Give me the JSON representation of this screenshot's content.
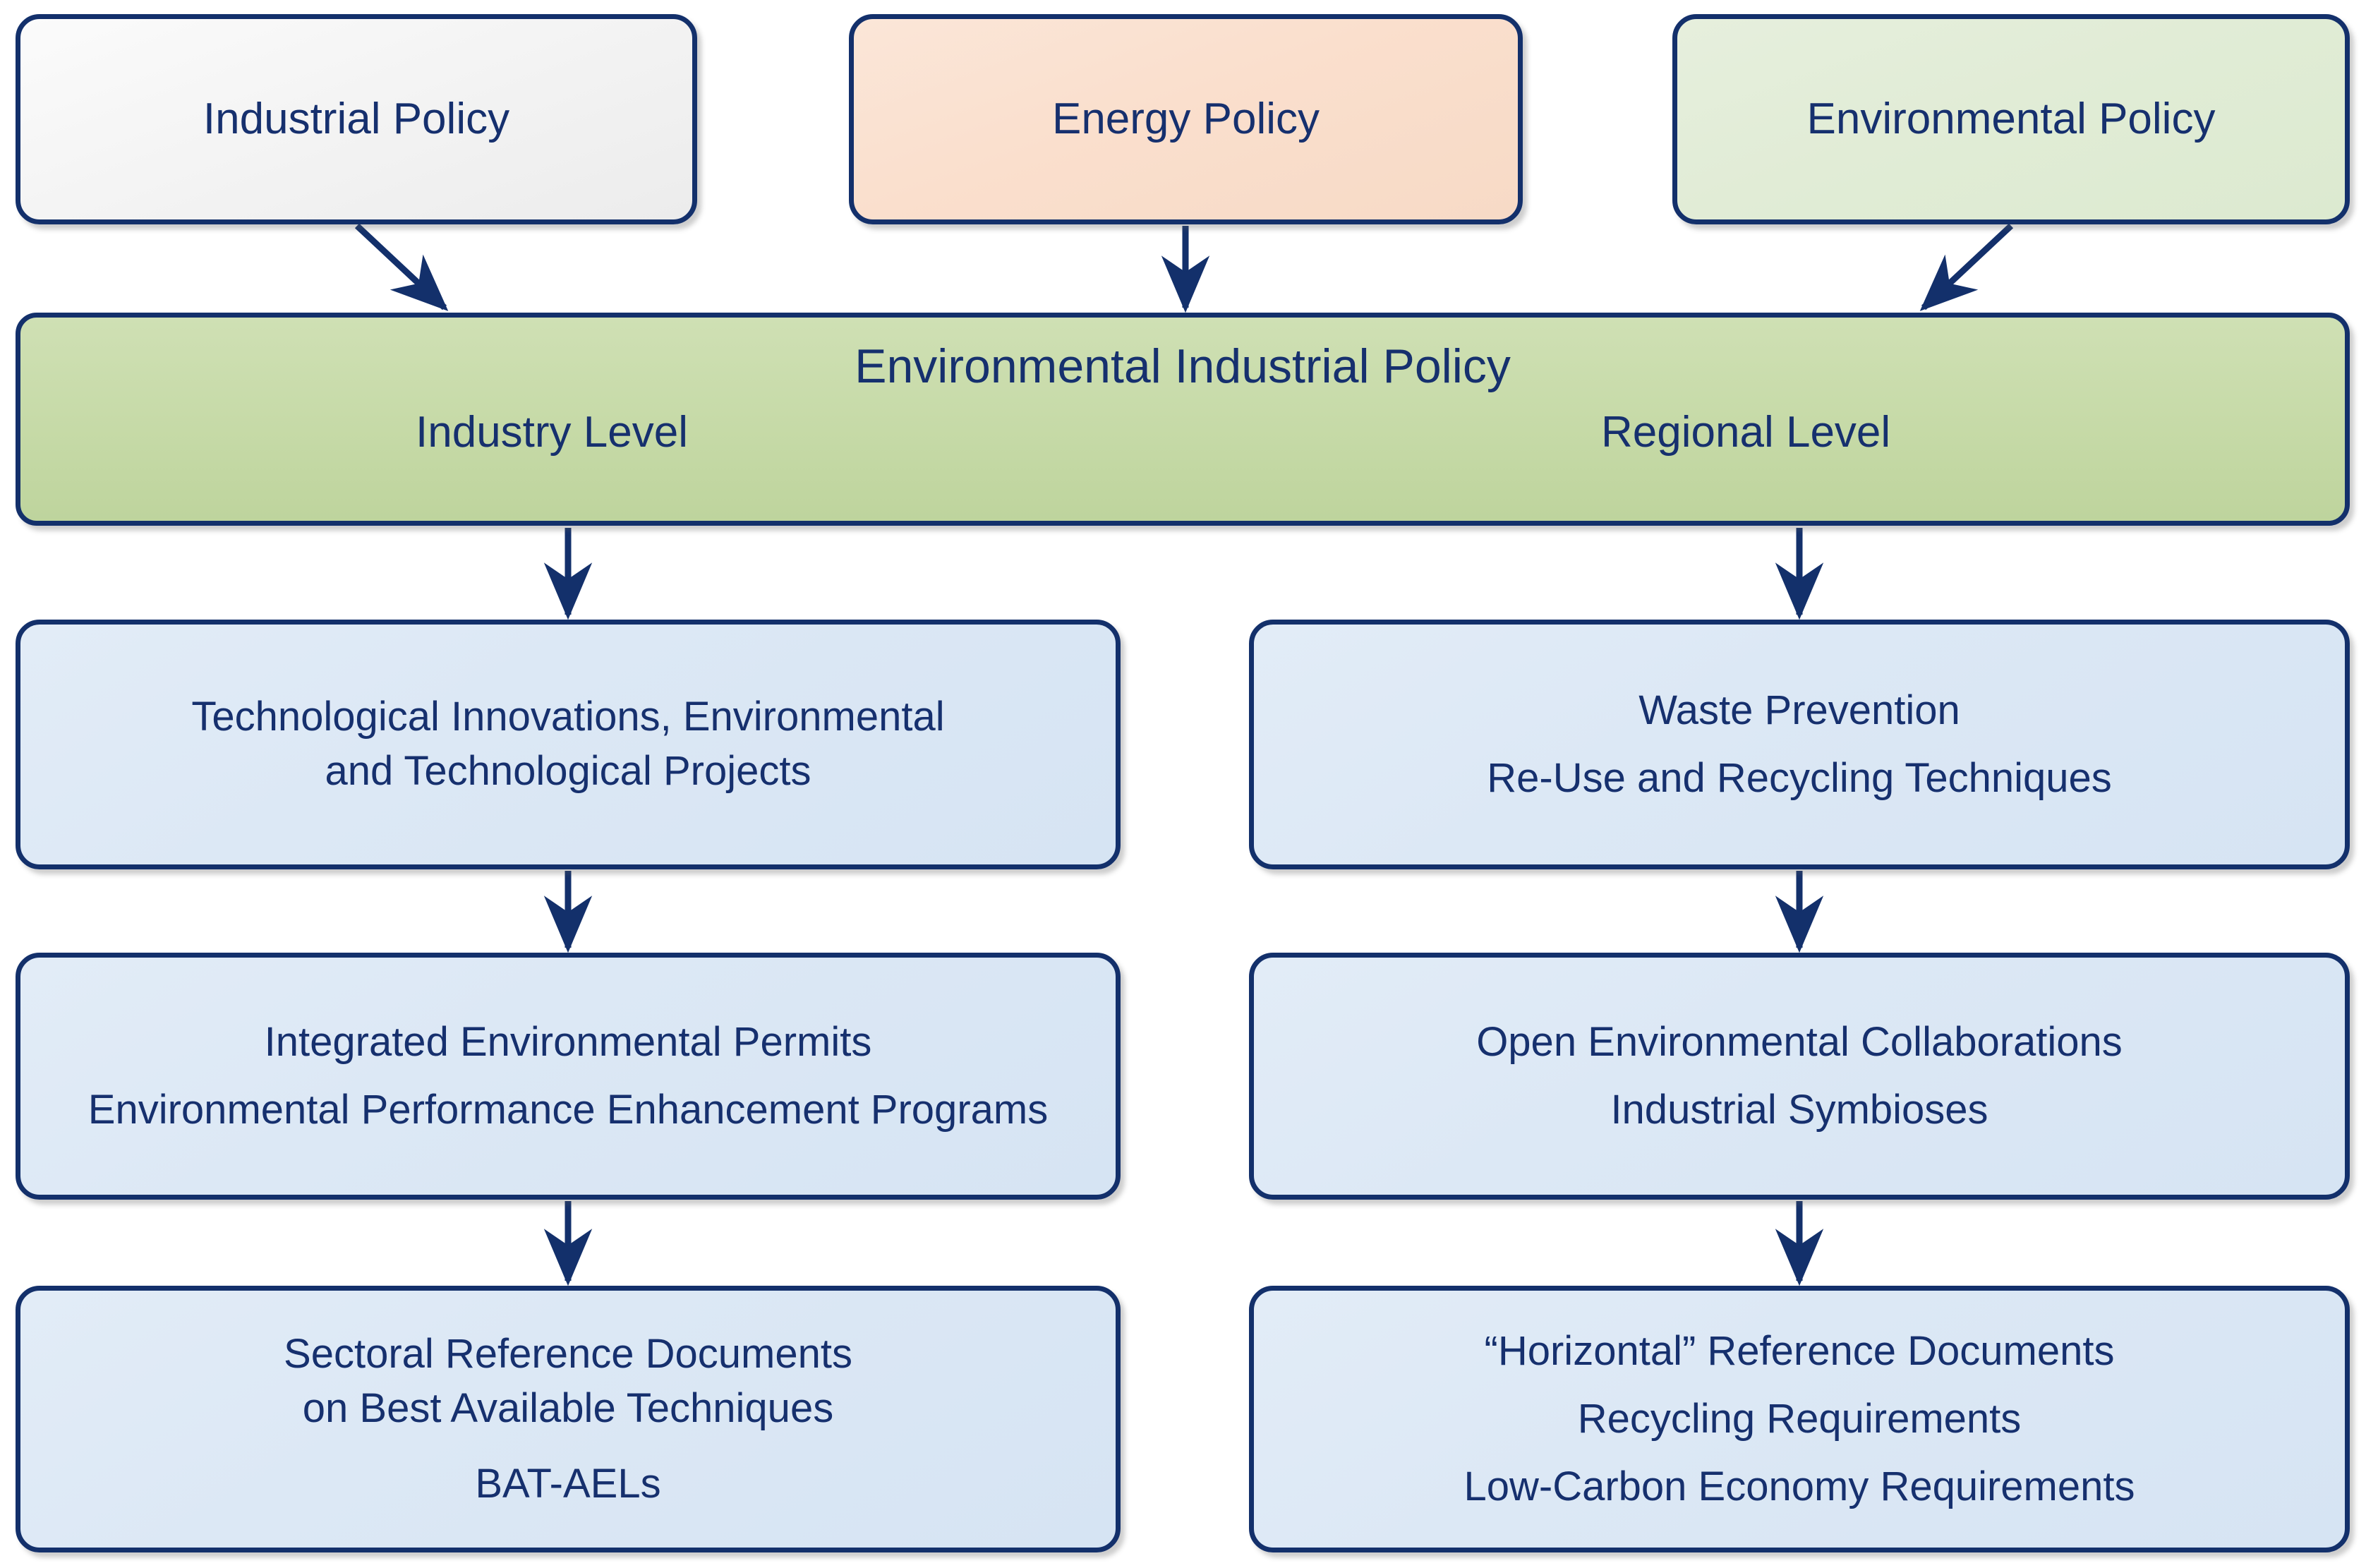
{
  "diagram": {
    "title": "Environmental Industrial Policy framework",
    "colors": {
      "border": "#13306b",
      "text": "#16306e",
      "grey_box": "#f4f4f4",
      "peach_box": "#fadfcd",
      "light_green_box": "#e1ecd6",
      "green_band": "#c6daa7",
      "blue_box": "#dce8f5",
      "background": "#ffffff"
    },
    "top_row": [
      {
        "id": "industrial-policy",
        "label": "Industrial Policy"
      },
      {
        "id": "energy-policy",
        "label": "Energy Policy"
      },
      {
        "id": "environmental-policy",
        "label": "Environmental Policy"
      }
    ],
    "band": {
      "title": "Environmental Industrial Policy",
      "level_left": "Industry Level",
      "level_right": "Regional Level"
    },
    "columns": {
      "industry": [
        {
          "id": "tech-innovations",
          "lines": [
            "Technological Innovations, Environmental",
            "and Technological Projects"
          ]
        },
        {
          "id": "integrated-permits",
          "lines": [
            "Integrated Environmental Permits",
            "Environmental Performance Enhancement Programs"
          ]
        },
        {
          "id": "sectoral-refdocs",
          "lines": [
            "Sectoral Reference Documents",
            "on Best Available Techniques",
            "BAT-AELs"
          ]
        }
      ],
      "regional": [
        {
          "id": "waste-prevention",
          "lines": [
            "Waste Prevention",
            "Re-Use and Recycling Techniques"
          ]
        },
        {
          "id": "open-collabs",
          "lines": [
            "Open Environmental Collaborations",
            "Industrial Symbioses"
          ]
        },
        {
          "id": "horizontal-refdocs",
          "lines": [
            "“Horizontal” Reference Documents",
            "Recycling Requirements",
            "Low-Carbon Economy Requirements"
          ]
        }
      ]
    },
    "connectors": [
      {
        "from": "industrial-policy",
        "to": "environmental-industrial-policy",
        "style": "diagonal-down-right"
      },
      {
        "from": "energy-policy",
        "to": "environmental-industrial-policy",
        "style": "vertical-down"
      },
      {
        "from": "environmental-policy",
        "to": "environmental-industrial-policy",
        "style": "diagonal-down-left"
      },
      {
        "from": "environmental-industrial-policy",
        "to": "tech-innovations",
        "style": "vertical-down"
      },
      {
        "from": "environmental-industrial-policy",
        "to": "waste-prevention",
        "style": "vertical-down"
      },
      {
        "from": "tech-innovations",
        "to": "integrated-permits",
        "style": "vertical-down"
      },
      {
        "from": "waste-prevention",
        "to": "open-collabs",
        "style": "vertical-down"
      },
      {
        "from": "integrated-permits",
        "to": "sectoral-refdocs",
        "style": "vertical-down"
      },
      {
        "from": "open-collabs",
        "to": "horizontal-refdocs",
        "style": "vertical-down"
      }
    ]
  }
}
